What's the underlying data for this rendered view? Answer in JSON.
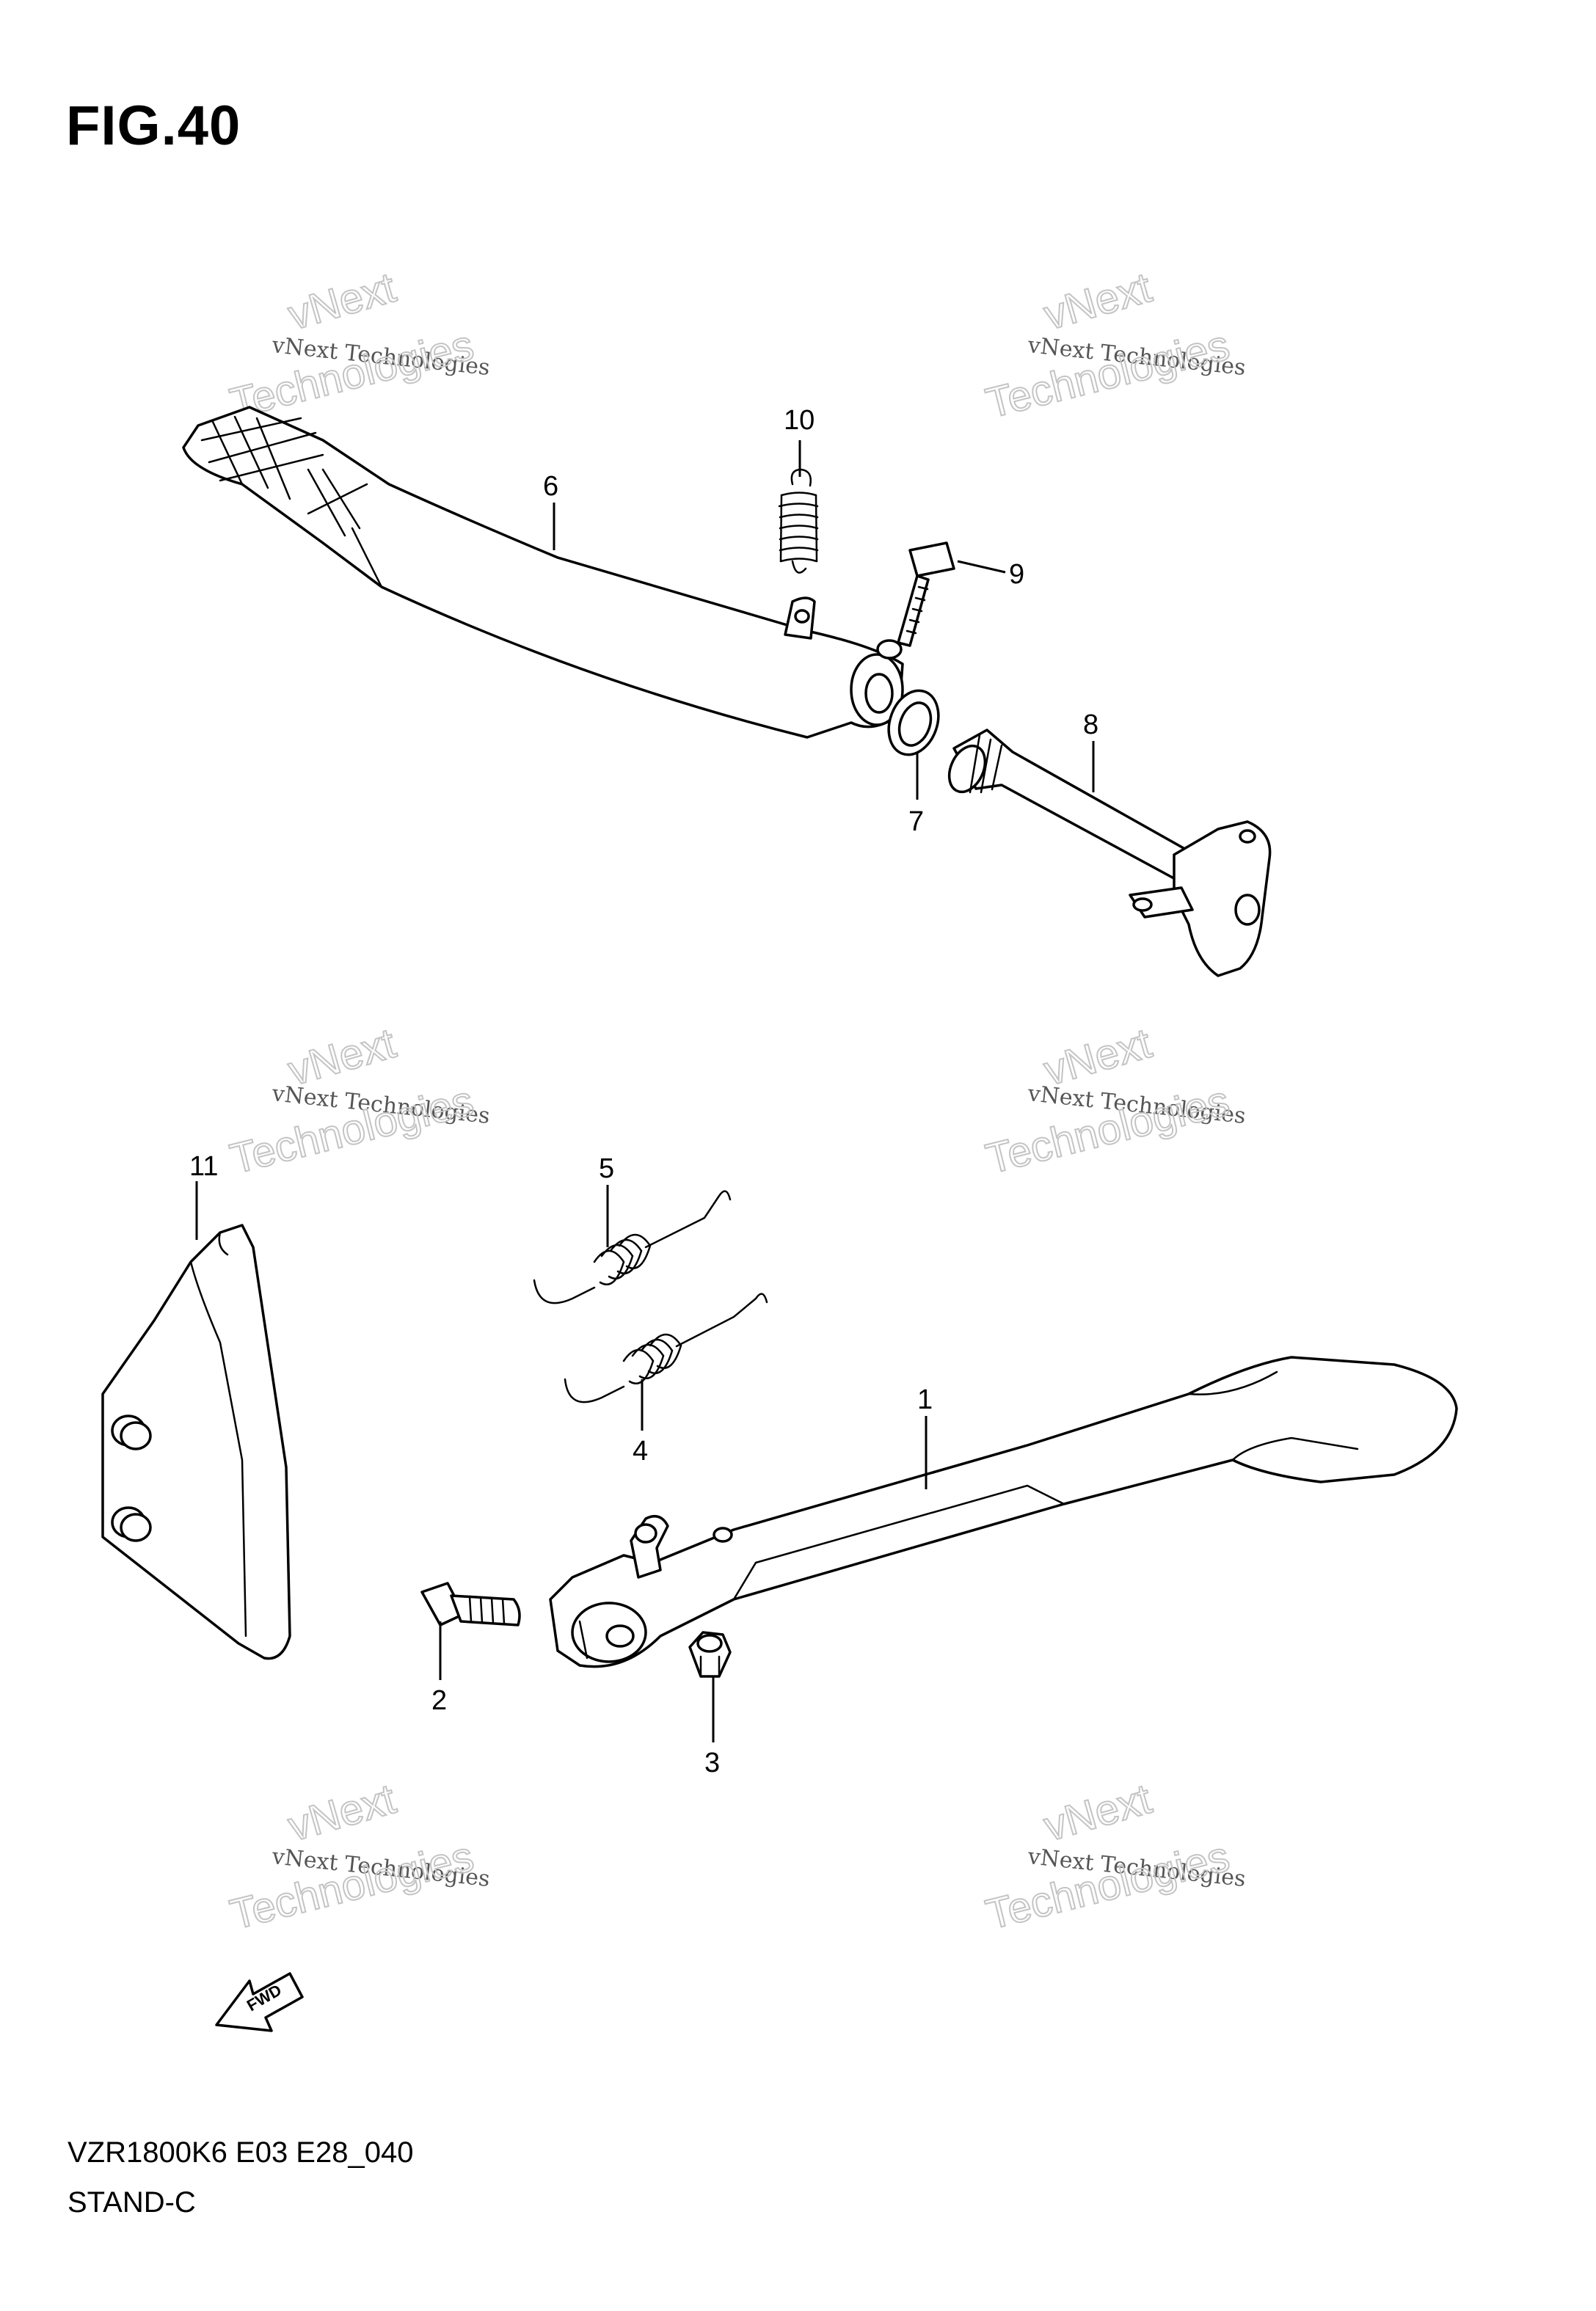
{
  "figure": {
    "title": "FIG.40"
  },
  "footer": {
    "model_code": "VZR1800K6 E03 E28_040",
    "section_name": "STAND-C"
  },
  "watermark": {
    "line1": "vNext",
    "line2": "vNext Technologies",
    "line3": "Technologies"
  },
  "fwd_arrow": {
    "label": "FWD"
  },
  "callouts": {
    "c1": "1",
    "c2": "2",
    "c3": "3",
    "c4": "4",
    "c5": "5",
    "c6": "6",
    "c7": "7",
    "c8": "8",
    "c9": "9",
    "c10": "10",
    "c11": "11"
  }
}
